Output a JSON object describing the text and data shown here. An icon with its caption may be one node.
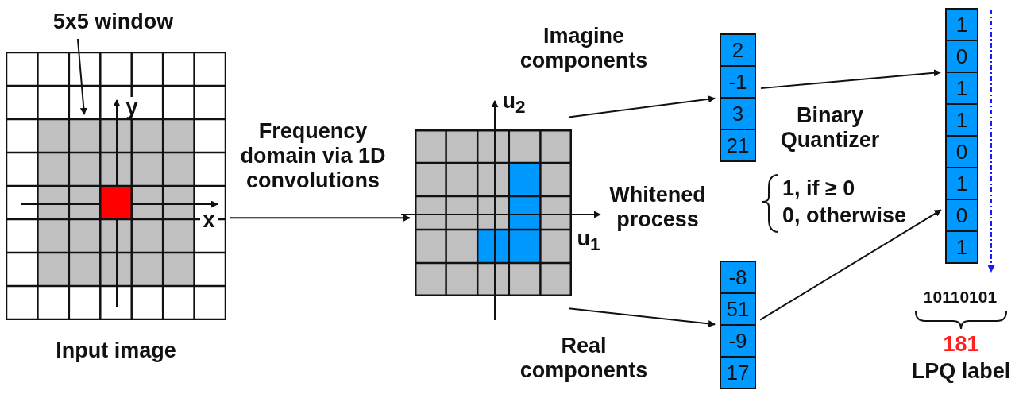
{
  "diagram": {
    "nodes": [
      {
        "text": [
          "5x5 window"
        ]
      },
      {
        "text": [
          "Input image"
        ]
      },
      {
        "text": [],
        "shape": "box",
        "in": 1
      },
      {
        "text": [],
        "shape": "box"
      },
      {
        "text": [
          "2",
          "-1",
          "3",
          "21"
        ]
      },
      {
        "text": [
          "-8",
          "51",
          "-9",
          "17"
        ]
      },
      {
        "text": [
          "1",
          "0",
          "1",
          "1",
          "0",
          "1",
          "0",
          "1"
        ]
      }
    ],
    "edges": [
      {
        "from": 0,
        "to": 2,
        "arrow": "to"
      },
      {
        "from": 1,
        "to": 3,
        "arrow": "to",
        "label": "Frequency domain via 1D convolutions"
      },
      {
        "from": 3,
        "to": 4,
        "arrow": "to",
        "label": "Imagine components"
      },
      {
        "from": 3,
        "to": 5,
        "arrow": "to",
        "label": "Real components"
      },
      {
        "from": 4,
        "to": 6,
        "arrow": "to"
      },
      {
        "from": 5,
        "to": 6,
        "arrow": "to"
      }
    ],
    "labels": [
      "y",
      "x",
      "u$_{2}$",
      "Whitened process",
      "u$_{1}$",
      "Binary Quantizer",
      "1, if ≥ 0",
      "0, otherwise",
      "10110101",
      "181",
      "LPQ label"
    ]
  }
}
